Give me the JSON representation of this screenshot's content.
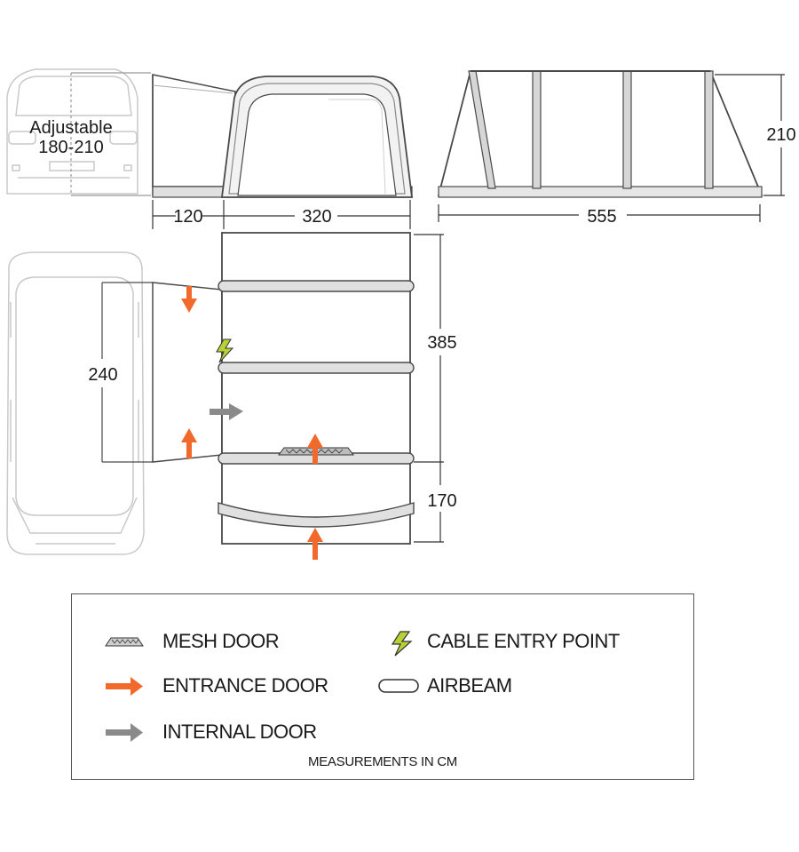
{
  "diagram": {
    "van_front": {
      "label_line1": "Adjustable",
      "label_line2": "180-210"
    },
    "dimensions": {
      "annex_length": "120",
      "tent_width": "320",
      "tent_length": "555",
      "height": "210",
      "main_depth": "385",
      "porch_depth": "170",
      "van_overlap": "240"
    },
    "colors": {
      "entrance_door": "#f26a2b",
      "internal_door": "#8a8a8a",
      "cable_entry": "#b5d334",
      "outline": "#4a4a4a",
      "van": "#c9c9c9"
    }
  },
  "legend": {
    "items": [
      {
        "icon": "mesh-door-icon",
        "label": "MESH DOOR"
      },
      {
        "icon": "cable-entry-icon",
        "label": "CABLE ENTRY POINT"
      },
      {
        "icon": "entrance-door-arrow-icon",
        "label": "ENTRANCE DOOR"
      },
      {
        "icon": "airbeam-icon",
        "label": "AIRBEAM"
      },
      {
        "icon": "internal-door-arrow-icon",
        "label": "INTERNAL DOOR"
      }
    ],
    "footnote": "MEASUREMENTS IN CM"
  }
}
